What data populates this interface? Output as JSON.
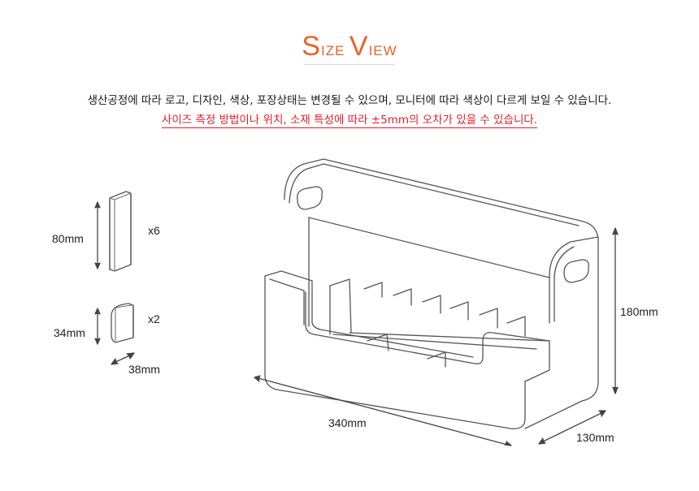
{
  "header": {
    "title_letters": [
      {
        "cap": "S",
        "rest": "IZE"
      },
      {
        "cap": "V",
        "rest": "IEW"
      }
    ],
    "title_color": "#e8632a"
  },
  "notices": {
    "general": "생산공정에 따라 로고, 디자인, 색상, 포장상태는 변경될 수 있으며, 모니터에 따라 색상이 다르게 보일 수 있습니다.",
    "warning": "사이즈 측정 방법이나 위치, 소재 특성에 따라 ±5mm의 오차가 있을 수 있습니다.",
    "warning_color": "#e0202a"
  },
  "parts": {
    "divider": {
      "height": "80mm",
      "qty": "x6"
    },
    "end_piece": {
      "height": "34mm",
      "width": "38mm",
      "qty": "x2"
    }
  },
  "box": {
    "length": "340mm",
    "depth": "130mm",
    "height": "180mm"
  }
}
